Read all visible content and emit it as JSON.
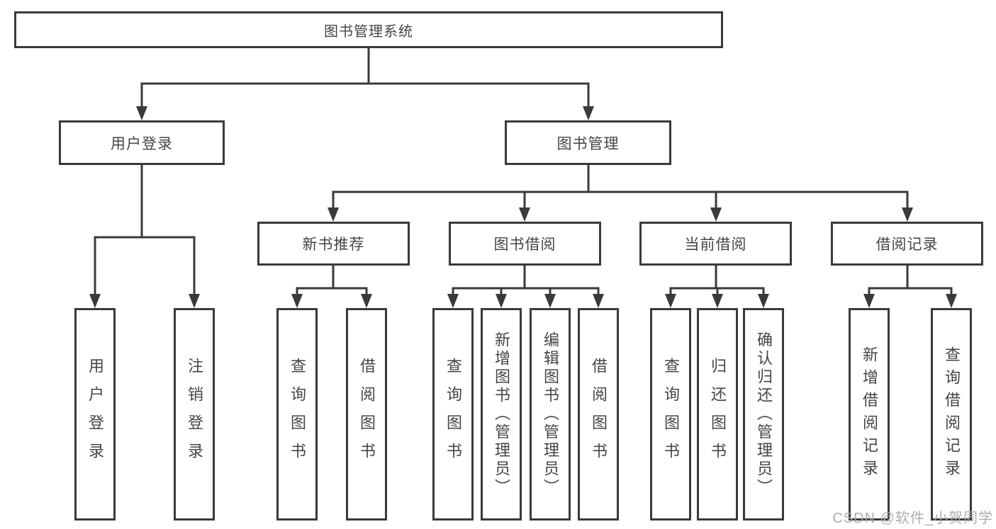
{
  "root": {
    "label": "图书管理系统"
  },
  "level2": {
    "user_login": {
      "label": "用户登录"
    },
    "book_management": {
      "label": "图书管理"
    }
  },
  "level3": {
    "new_book_recommendation": {
      "label": "新书推荐"
    },
    "book_borrowing": {
      "label": "图书借阅"
    },
    "current_borrowing": {
      "label": "当前借阅"
    },
    "borrowing_records": {
      "label": "借阅记录"
    }
  },
  "leaves": {
    "user_login": {
      "label": "用户登录"
    },
    "logout": {
      "label": "注销登录"
    },
    "nbr_query_books": {
      "label": "查询图书"
    },
    "nbr_borrow_books": {
      "label": "借阅图书"
    },
    "bb_query_books": {
      "label": "查询图书"
    },
    "bb_add_books_admin": {
      "label": "新增图书（管理员）"
    },
    "bb_edit_books_admin": {
      "label": "编辑图书（管理员）"
    },
    "bb_borrow_books": {
      "label": "借阅图书"
    },
    "cb_query_books": {
      "label": "查询图书"
    },
    "cb_return_books": {
      "label": "归还图书"
    },
    "cb_confirm_return_admin": {
      "label": "确认归还（管理员）"
    },
    "br_add_record": {
      "label": "新增借阅记录"
    },
    "br_query_record": {
      "label": "查询借阅记录"
    }
  },
  "watermark": {
    "text": "CSDN @软件_小贺同学"
  },
  "colors": {
    "line": "#3a3a3a",
    "box_border": "#3a3a3a",
    "text": "#454545",
    "background": "#ffffff",
    "watermark": "#a8a8a8"
  }
}
